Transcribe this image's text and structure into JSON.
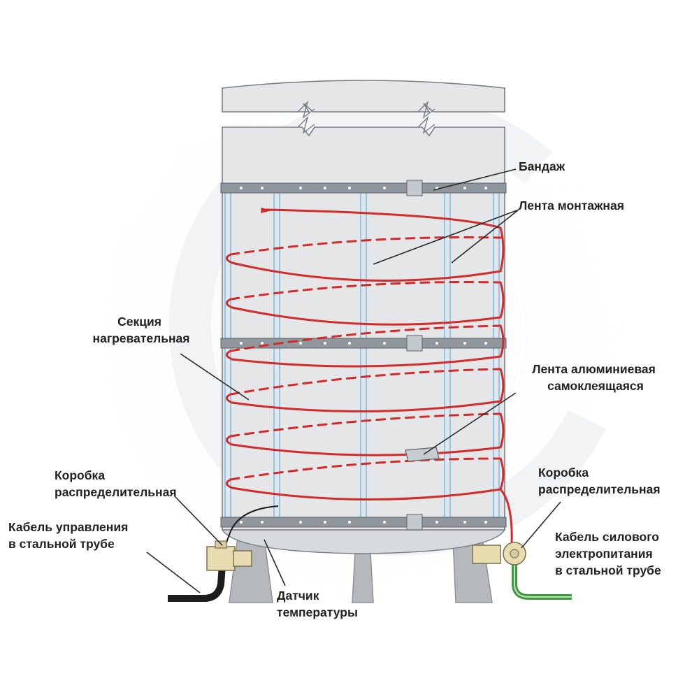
{
  "labels": {
    "bandage": "Бандаж",
    "mounting_tape": "Лента монтажная",
    "heating_section_1": "Секция",
    "heating_section_2": "нагревательная",
    "aluminum_tape_1": "Лента алюминиевая",
    "aluminum_tape_2": "самоклеящаяся",
    "junction_box_left_1": "Коробка",
    "junction_box_left_2": "распределительная",
    "junction_box_right_1": "Коробка",
    "junction_box_right_2": "распределительная",
    "control_cable_1": "Кабель управления",
    "control_cable_2": "в стальной трубе",
    "power_cable_1": "Кабель силового",
    "power_cable_2": "электропитания",
    "power_cable_3": "в стальной трубе",
    "temp_sensor_1": "Датчик",
    "temp_sensor_2": "температуры"
  },
  "colors": {
    "heating_cable": "#d42a2a",
    "tank_fill": "#e4e6e8",
    "tank_stroke": "#7a7f84",
    "bandage": "#8f969c",
    "mounting_tape": "#8ec8ee",
    "leg": "#b5b9bd",
    "conduit_left": "#1c1c1c",
    "conduit_right": "#3f9a3f",
    "junction_box": "#e8ddb0"
  }
}
